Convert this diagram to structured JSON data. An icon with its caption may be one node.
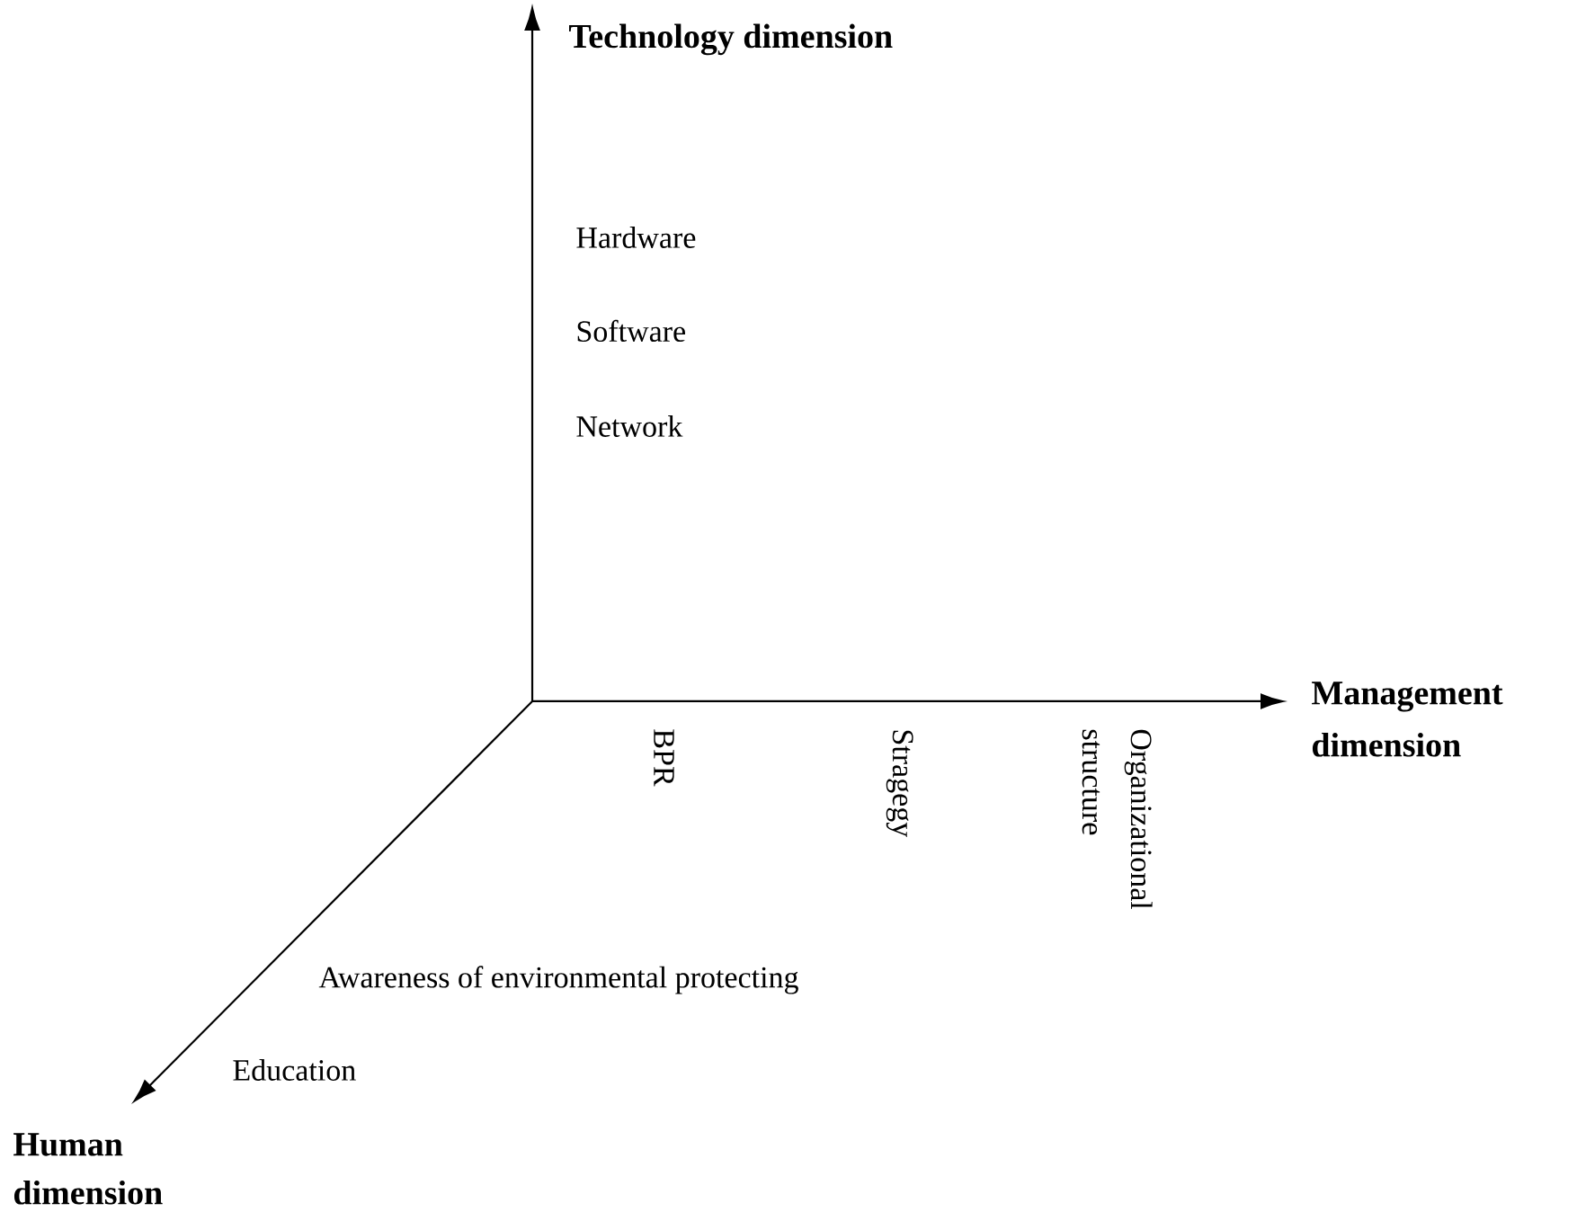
{
  "diagram": {
    "labels": [
      "Technology dimension",
      "Hardware",
      "Software",
      "Network",
      "Management dimension",
      "BPR",
      "Stragegy",
      "Organizational structure",
      "Awareness of environmental protecting",
      "Education",
      "Human dimension"
    ]
  }
}
